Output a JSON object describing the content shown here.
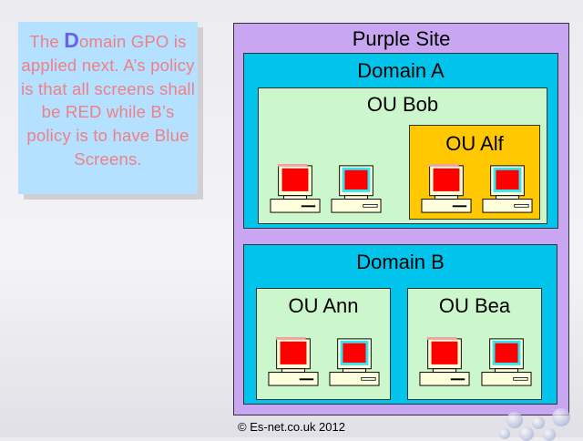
{
  "note": {
    "pre": "The ",
    "highlight": "D",
    "post": "omain GPO is applied next. A’s policy is that all screens shall be RED while B’s policy is to have Blue Screens."
  },
  "site": {
    "label": "Purple Site"
  },
  "domain_a": {
    "label": "Domain A",
    "ou_bob": "OU Bob",
    "ou_alf": "OU  Alf"
  },
  "domain_b": {
    "label": "Domain B",
    "ou_ann": "OU Ann",
    "ou_bea": "OU Bea"
  },
  "footer": "© Es-net.co.uk 2012",
  "colors": {
    "site": "#c9a6f2",
    "domain": "#00c4ec",
    "ou": "#ccf7cc",
    "ou_alf": "#ffc800",
    "screen": "#ff0000"
  }
}
